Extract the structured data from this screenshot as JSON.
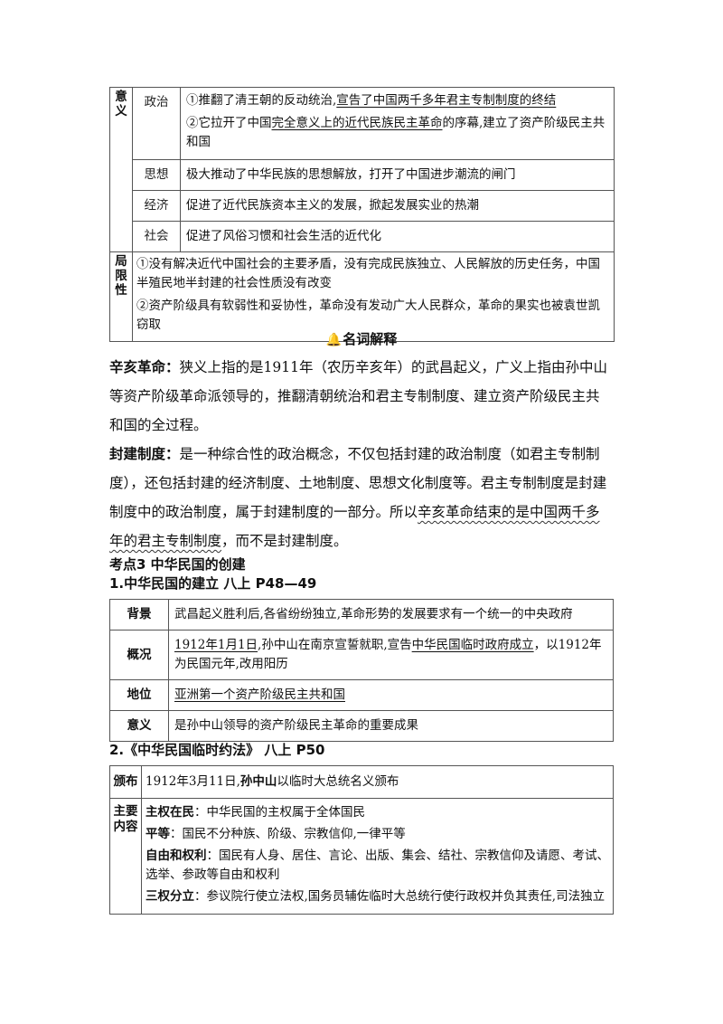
{
  "table1": {
    "sig_label": "意义",
    "rows": [
      {
        "category": "政治",
        "p1": "①推翻了清王朝的反动统治,",
        "p1_ul": "宣告了中国两千多年君主专制制度的终结",
        "p2_a": "②它拉开了中国",
        "p2_ul": "完全意义上的近代民族民主革命",
        "p2_b": "的序幕,建立了资产阶级民主共和国"
      },
      {
        "category": "思想",
        "text": "极大推动了中华民族的思想解放，打开了中国进步潮流的闸门"
      },
      {
        "category": "经济",
        "text": "促进了近代民族资本主义的发展，掀起发展实业的热潮"
      },
      {
        "category": "社会",
        "text": "促进了风俗习惯和社会生活的近代化"
      }
    ],
    "lim_label": "局限性",
    "lim_p1": "①没有解决近代中国社会的主要矛盾，没有完成民族独立、人民解放的历史任务，中国半殖民地半封建的社会性质没有改变",
    "lim_p2": "②资产阶级具有软弱性和妥协性，革命没有发动广大人民群众，革命的果实也被袁世凯窃取"
  },
  "glossary": {
    "title": "名词解释",
    "term1": "辛亥革命：",
    "def1": "狭义上指的是1911年（农历辛亥年）的武昌起义，广义上指由孙中山等资产阶级革命派领导的，推翻清朝统治和君主专制制度、建立资产阶级民主共和国的全过程。",
    "term2": "封建制度：",
    "def2_a": "是一种综合性的政治概念，不仅包括封建的政治制度（如君主专制制度），还包括封建的经济制度、土地制度、思想文化制度等。君主专制制度是封建制度中的政治制度，属于封建制度的一部分。所以",
    "def2_ul": "辛亥革命结束的是中国两千多年的君主专制制度",
    "def2_b": "，而不是封建制度。"
  },
  "kaodian": {
    "title": "考点3  中华民国的创建",
    "sub1": "1.中华民国的建立  八上 P48—49",
    "table2": {
      "bg_label": "背景",
      "bg": "武昌起义胜利后,各省纷纷独立,革命形势的发展要求有一个统一的中央政府",
      "gk_label": "概况",
      "gk_ul1": "1912年1月1日",
      "gk_a": ",孙中山在南京宣誓就职,宣告",
      "gk_ul2": "中华民国临时政府成立",
      "gk_b": "，以1912年为民国元年,改用阳历",
      "dw_label": "地位",
      "dw_ul": "亚洲第一个资产阶级民主共和国",
      "yy_label": "意义",
      "yy": "是孙中山领导的资产阶级民主革命的重要成果"
    },
    "sub2": "2.《中华民国临时约法》  八上 P50",
    "table3": {
      "bb_label": "颁布",
      "bb_a": "1912年3月11日,",
      "bb_bold": "孙中山",
      "bb_b": "以临时大总统名义颁布",
      "nr_label": "主要内容",
      "l1_bold": "主权在民",
      "l1": "：中华民国的主权属于全体国民",
      "l2_bold": "平等",
      "l2": "：国民不分种族、阶级、宗教信仰,一律平等",
      "l3_bold": "自由和权利",
      "l3": "：国民有人身、居住、言论、出版、集会、结社、宗教信仰及请愿、考试、选举、参政等自由和权利",
      "l4_bold": "三权分立",
      "l4": "：参议院行使立法权,国务员辅佐临时大总统行使行政权并负其责任,司法独立"
    }
  }
}
